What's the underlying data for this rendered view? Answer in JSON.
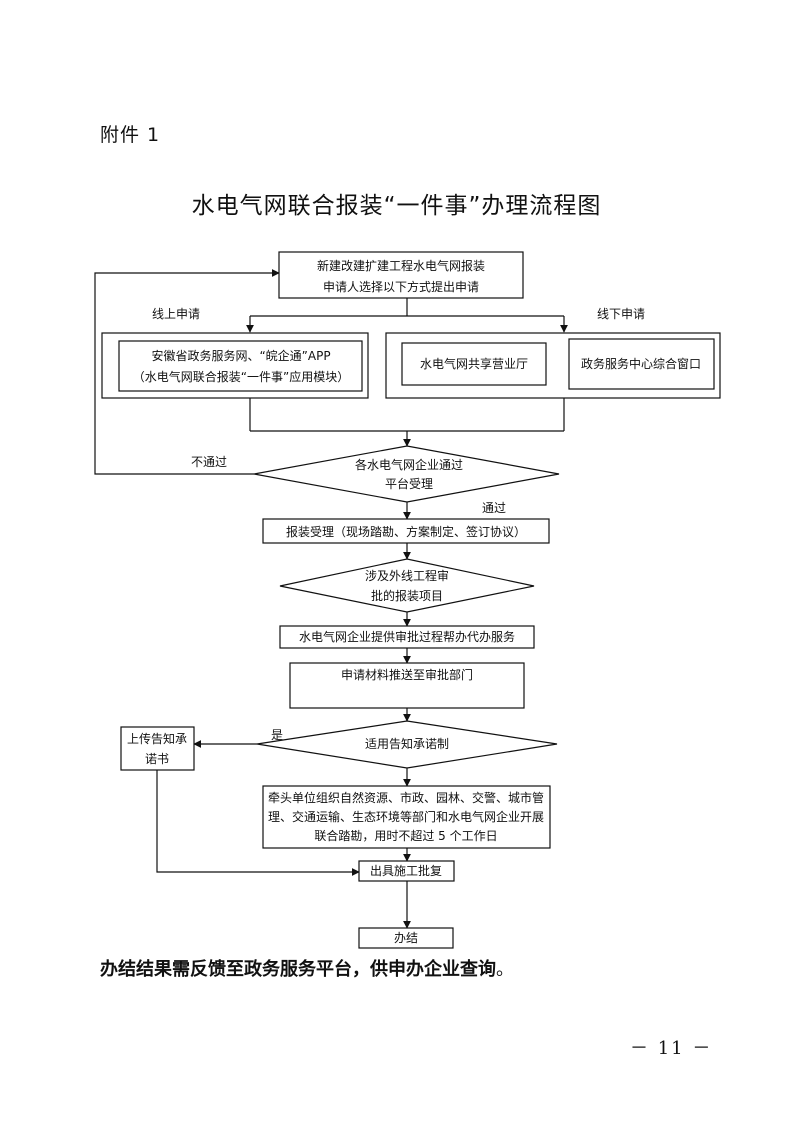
{
  "attachment_label": "附件 1",
  "title": "水电气网联合报装“一件事”办理流程图",
  "flow": {
    "start_line1": "新建改建扩建工程水电气网报装",
    "start_line2": "申请人选择以下方式提出申请",
    "online_label": "线上申请",
    "offline_label": "线下申请",
    "online_line1": "安徽省政务服务网、“皖企通”APP",
    "online_line2": "（水电气网联合报装“一件事”应用模块）",
    "offline_hall": "水电气网共享营业厅",
    "offline_window": "政务服务中心综合窗口",
    "decision1_line1": "各水电气网企业通过",
    "decision1_line2": "平台受理",
    "reject_label": "不通过",
    "pass_label": "通过",
    "accept_step": "报装受理（现场踏勘、方案制定、签订协议）",
    "decision2_line1": "涉及外线工程审",
    "decision2_line2": "批的报装项目",
    "assist_step": "水电气网企业提供审批过程帮办代办服务",
    "submit_step": "申请材料推送至审批部门",
    "decision3": "适用告知承诺制",
    "yes_label": "是",
    "upload_line1": "上传告知承",
    "upload_line2": "诺书",
    "joint_line1": "牵头单位组织自然资源、市政、园林、交警、城市管",
    "joint_line2": "理、交通运输、生态环境等部门和水电气网企业开展",
    "joint_line3": "联合踏勘，用时不超过 5 个工作日",
    "permit_step": "出具施工批复",
    "done_step": "办结"
  },
  "footer_text": "办结结果需反馈至政务服务平台，供申办企业查询",
  "footer_end": "。",
  "page_number": "－ 11 －"
}
